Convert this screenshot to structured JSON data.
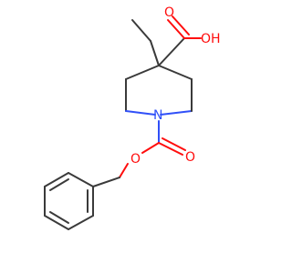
{
  "molecule": {
    "atoms": {
      "carbonyl_o_acid": "O",
      "hydroxyl_o": "OH",
      "ring_n": "N",
      "carbamate_o_double": "O",
      "ester_o": "O"
    }
  }
}
